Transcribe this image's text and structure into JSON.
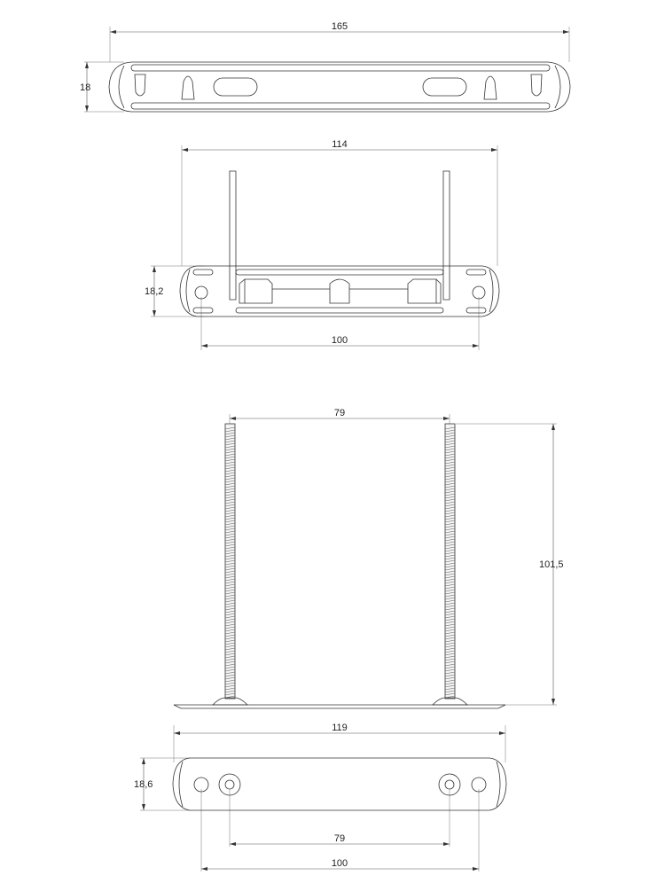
{
  "views": {
    "top": {
      "dim_length": "165",
      "dim_height": "18"
    },
    "front": {
      "dim_width": "114",
      "dim_height": "18,2",
      "dim_hole_spacing": "100"
    },
    "post": {
      "dim_post_spacing": "79",
      "dim_post_height": "101,5"
    },
    "bottom": {
      "dim_width": "119",
      "dim_height": "18,6",
      "dim_inner_spacing": "79",
      "dim_outer_spacing": "100"
    }
  }
}
